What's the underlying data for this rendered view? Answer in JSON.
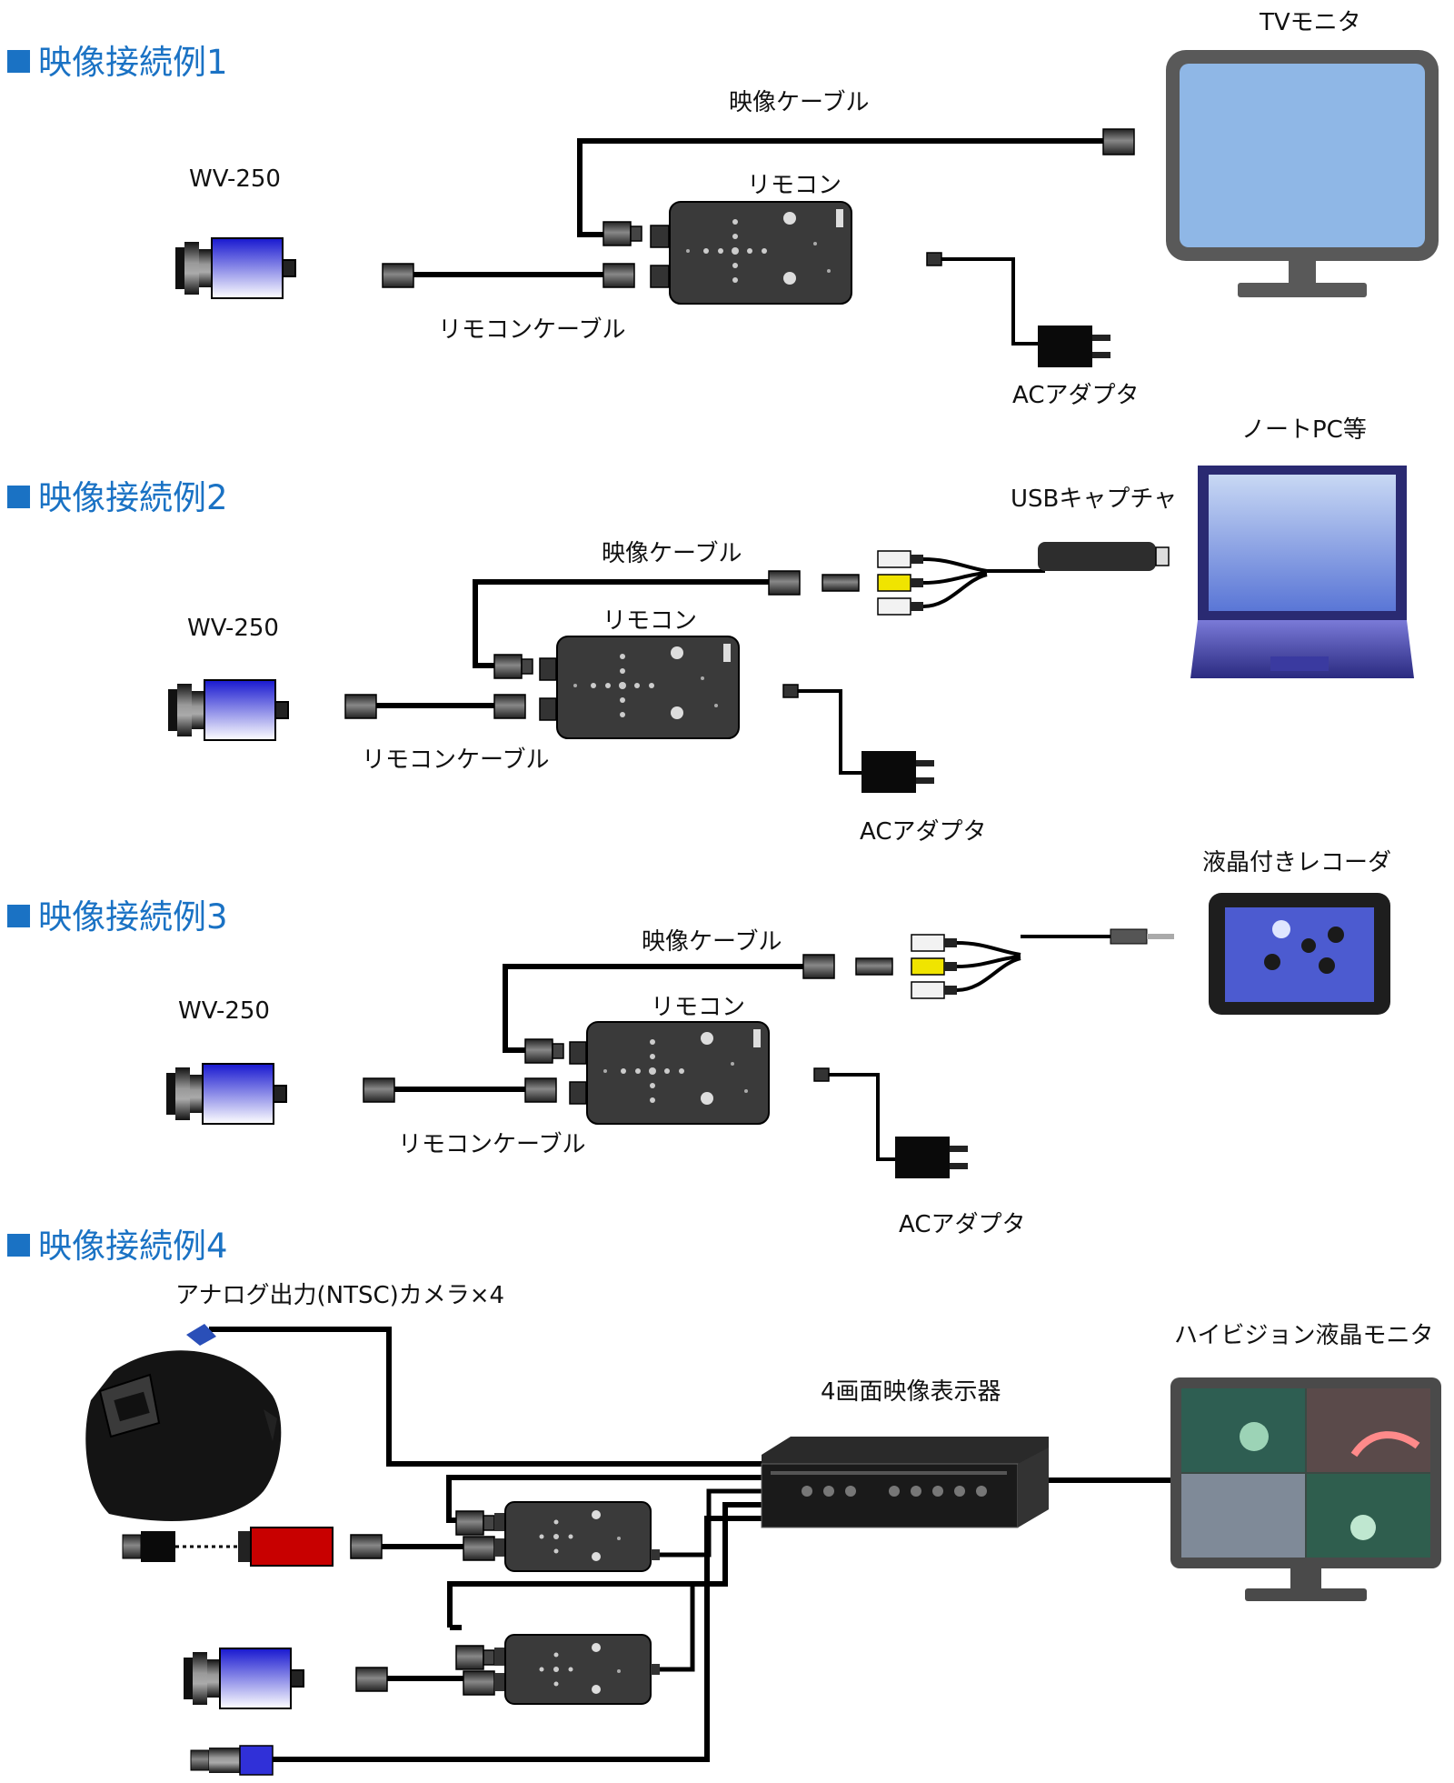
{
  "examples": [
    {
      "heading": "映像接続例1",
      "camera_label": "WV-250",
      "video_cable_label": "映像ケーブル",
      "remote_label": "リモコン",
      "remote_cable_label": "リモコンケーブル",
      "ac_adapter_label": "ACアダプタ",
      "display_label": "TVモニタ"
    },
    {
      "heading": "映像接続例2",
      "camera_label": "WV-250",
      "video_cable_label": "映像ケーブル",
      "remote_label": "リモコン",
      "remote_cable_label": "リモコンケーブル",
      "ac_adapter_label": "ACアダプタ",
      "capture_label": "USBキャプチャ",
      "display_label": "ノートPC等"
    },
    {
      "heading": "映像接続例3",
      "camera_label": "WV-250",
      "video_cable_label": "映像ケーブル",
      "remote_label": "リモコン",
      "remote_cable_label": "リモコンケーブル",
      "ac_adapter_label": "ACアダプタ",
      "display_label": "液晶付きレコーダ"
    },
    {
      "heading": "映像接続例4",
      "cameras_label": "アナログ出力(NTSC)カメラ×4",
      "quad_label": "4画面映像表示器",
      "display_label": "ハイビジョン液晶モニタ"
    }
  ],
  "colors": {
    "heading": "#1a72c4",
    "cable": "#000000",
    "device": "#3a3a3a",
    "camera_body": "#2a2ad8",
    "tv_screen": "#8fb7e6",
    "tv_frame": "#595959",
    "red_camera": "#c80000",
    "rca_yellow": "#f0e400"
  },
  "icons": [
    "camera-icon",
    "remote-unit-icon",
    "ac-adapter-icon",
    "tv-monitor-icon",
    "laptop-icon",
    "usb-capture-icon",
    "rca-cable-icon",
    "recorder-icon",
    "welding-helmet-icon",
    "quad-unit-icon",
    "hd-monitor-icon"
  ]
}
